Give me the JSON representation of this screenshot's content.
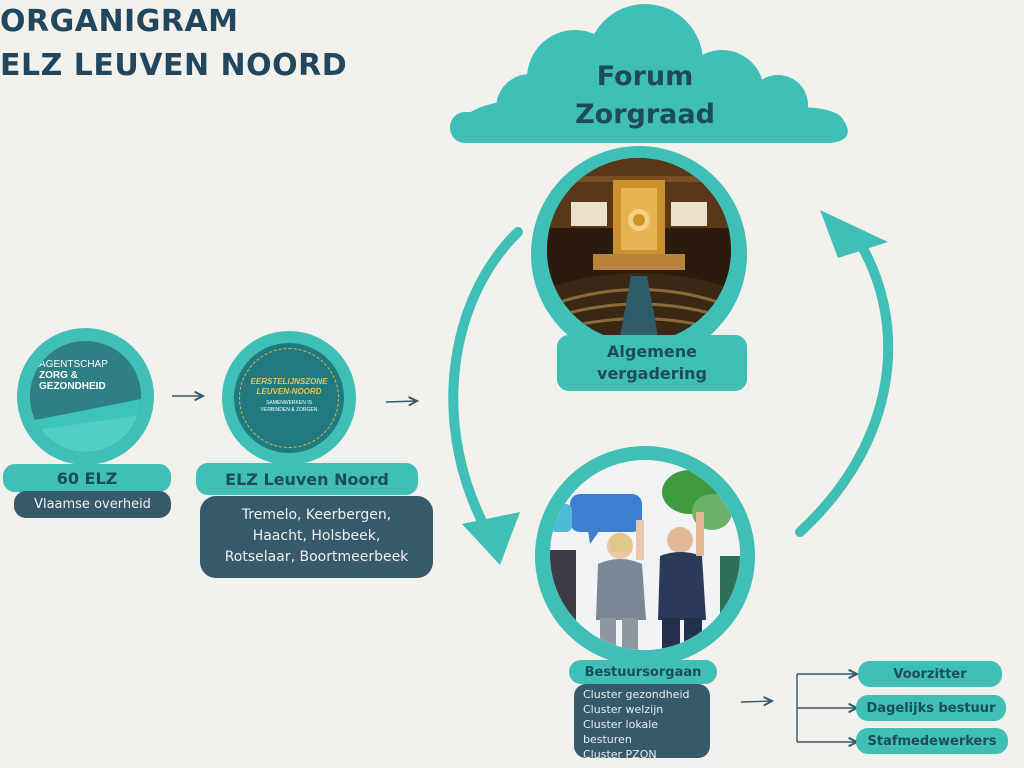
{
  "title": {
    "line1": "ORGANIGRAM",
    "line2": "ELZ LEUVEN NOORD"
  },
  "forum": {
    "line1": "Forum",
    "line2": "Zorgraad"
  },
  "algemene": {
    "line1": "Algemene",
    "line2": "vergadering"
  },
  "agentschap": {
    "line1": "AGENTSCHAP",
    "line2": "ZORG &",
    "line3": "GEZONDHEID"
  },
  "elz60": {
    "label": "60 ELZ",
    "sub": "Vlaamse overheid"
  },
  "elzln": {
    "logo_line1": "EERSTELIJNSZONE",
    "logo_line2": "LEUVEN-NOORD",
    "logo_tag1": "SAMENWERKEN IS",
    "logo_tag2": "VERBINDEN & ZORGEN",
    "label": "ELZ Leuven Noord",
    "towns": [
      "Tremelo, Keerbergen,",
      "Haacht, Holsbeek,",
      "Rotselaar, Boortmeerbeek"
    ]
  },
  "bestuur": {
    "label": "Bestuursorgaan",
    "clusters": [
      "Cluster gezondheid",
      "Cluster welzijn",
      "Cluster lokale besturen",
      "Cluster PZON"
    ]
  },
  "roles": [
    "Voorzitter",
    "Dagelijks bestuur",
    "Stafmedewerkers"
  ],
  "colors": {
    "teal": "#3fbfb6",
    "dark": "#36596b",
    "navy": "#21475e",
    "background": "#f2f1ec"
  }
}
